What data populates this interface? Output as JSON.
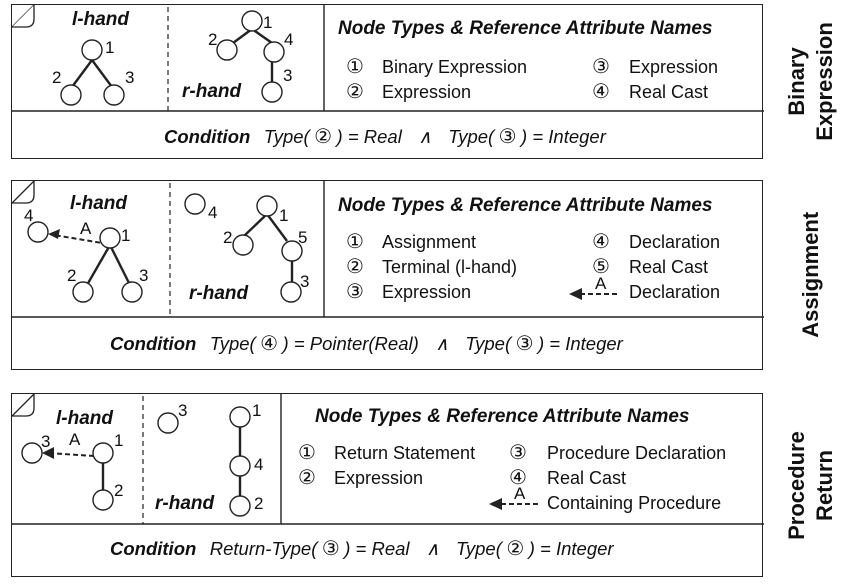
{
  "rules": [
    {
      "title": [
        "Binary",
        "Expression"
      ],
      "lhand_label": "l-hand",
      "rhand_label": "r-hand",
      "section_heading": "Node Types & Reference Attribute Names",
      "node_types": [
        {
          "num": "①",
          "name": "Binary Expression"
        },
        {
          "num": "②",
          "name": "Expression"
        },
        {
          "num": "③",
          "name": "Expression"
        },
        {
          "num": "④",
          "name": "Real Cast"
        }
      ],
      "condition_label": "Condition",
      "condition_parts": [
        "Type(",
        "②",
        ") = Real",
        "∧",
        "Type(",
        "③",
        ") = Integer"
      ],
      "lhand_nodes": [
        "1",
        "2",
        "3"
      ],
      "rhand_nodes": [
        "1",
        "2",
        "4",
        "3"
      ]
    },
    {
      "title": [
        "Assignment"
      ],
      "lhand_label": "l-hand",
      "rhand_label": "r-hand",
      "section_heading": "Node Types & Reference Attribute Names",
      "node_types": [
        {
          "num": "①",
          "name": "Assignment"
        },
        {
          "num": "②",
          "name": "Terminal (l-hand)"
        },
        {
          "num": "③",
          "name": "Expression"
        },
        {
          "num": "④",
          "name": "Declaration"
        },
        {
          "num": "⑤",
          "name": "Real Cast"
        },
        {
          "num": "A",
          "name": "Declaration"
        }
      ],
      "condition_label": "Condition",
      "condition_parts": [
        "Type(",
        "④",
        ") = Pointer(Real)",
        "∧",
        "Type(",
        "③",
        ") = Integer"
      ],
      "lhand_nodes": [
        "4",
        "A",
        "1",
        "2",
        "3"
      ],
      "rhand_nodes": [
        "4",
        "1",
        "2",
        "5",
        "3"
      ]
    },
    {
      "title": [
        "Procedure",
        "Return"
      ],
      "lhand_label": "l-hand",
      "rhand_label": "r-hand",
      "section_heading": "Node Types & Reference Attribute Names",
      "node_types": [
        {
          "num": "①",
          "name": "Return Statement"
        },
        {
          "num": "②",
          "name": "Expression"
        },
        {
          "num": "③",
          "name": "Procedure Declaration"
        },
        {
          "num": "④",
          "name": "Real Cast"
        },
        {
          "num": "A",
          "name": "Containing Procedure"
        }
      ],
      "condition_label": "Condition",
      "condition_parts": [
        "Return-Type(",
        "③",
        ") = Real",
        "∧",
        "Type(",
        "②",
        ") = Integer"
      ],
      "lhand_nodes": [
        "3",
        "A",
        "1",
        "2"
      ],
      "rhand_nodes": [
        "3",
        "1",
        "4",
        "2"
      ]
    }
  ],
  "colors": {
    "line": "#222222",
    "text": "#111111",
    "background": "#ffffff"
  }
}
